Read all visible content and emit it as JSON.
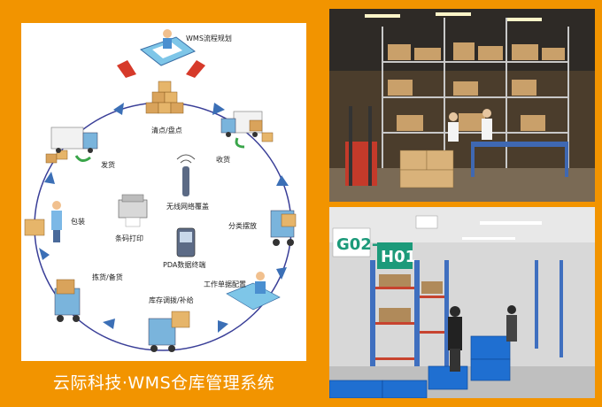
{
  "caption": "云际科技·WMS仓库管理系统",
  "diagram": {
    "nodes": [
      {
        "id": "plan",
        "label": "WMS流程规划"
      },
      {
        "id": "inventory",
        "label": "清点/盘点"
      },
      {
        "id": "receive",
        "label": "收货"
      },
      {
        "id": "ship",
        "label": "发货"
      },
      {
        "id": "sort",
        "label": "分类摆放"
      },
      {
        "id": "pack",
        "label": "包装"
      },
      {
        "id": "config",
        "label": "工作单据配置"
      },
      {
        "id": "pick",
        "label": "拣货/备货"
      },
      {
        "id": "adjust",
        "label": "库存调拨/补给"
      }
    ],
    "center": [
      {
        "id": "wireless",
        "label": "无线网络覆盖"
      },
      {
        "id": "barcode",
        "label": "条码打印"
      },
      {
        "id": "pda",
        "label": "PDA数据终端"
      }
    ]
  },
  "photos": {
    "top_signs": [],
    "bottom_signs": [
      "G02-",
      "H01"
    ]
  },
  "colors": {
    "background": "#f29400",
    "arrow_blue": "#3b6fb6",
    "ring": "#3a3f98",
    "plan_arrow_red": "#d63a2a",
    "green_arrow": "#3aa54a"
  }
}
